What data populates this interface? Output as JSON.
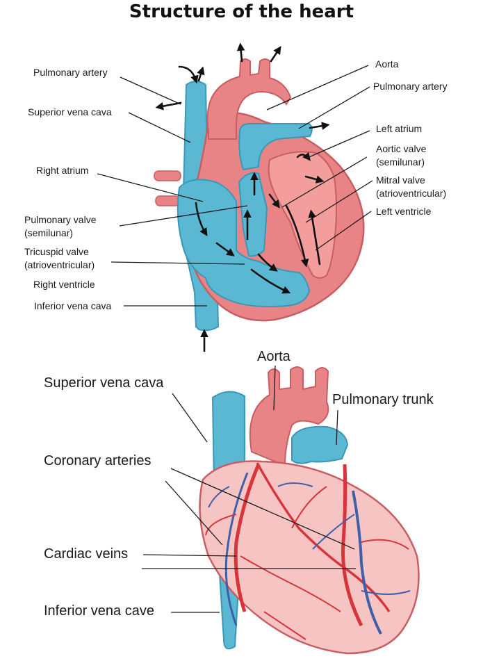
{
  "title": "Structure of the heart",
  "colors": {
    "blue": "#5bb8d3",
    "blue_dark": "#3a98b6",
    "red": "#e98486",
    "red_dark": "#c65e62",
    "pink": "#f6c5c3",
    "vessel_red": "#d8353b",
    "vessel_blue": "#3f5fa8"
  },
  "diagram1": {
    "labels": {
      "pulmonary_artery_left": "Pulmonary artery",
      "superior_vena_cava": "Superior vena cava",
      "right_atrium": "Right atrium",
      "pulmonary_valve_1": "Pulmonary valve",
      "pulmonary_valve_2": "(semilunar)",
      "tricuspid_valve_1": "Tricuspid valve",
      "tricuspid_valve_2": "(atrioventricular)",
      "right_ventricle": "Right ventricle",
      "inferior_vena_cava": "Inferior vena cava",
      "aorta": "Aorta",
      "pulmonary_artery_right": "Pulmonary artery",
      "left_atrium": "Left atrium",
      "aortic_valve_1": "Aortic valve",
      "aortic_valve_2": "(semilunar)",
      "mitral_valve_1": "Mitral valve",
      "mitral_valve_2": "(atrioventricular)",
      "left_ventricle": "Left ventricle"
    }
  },
  "diagram2": {
    "labels": {
      "aorta": "Aorta",
      "superior_vena_cava": "Superior vena cava",
      "pulmonary_trunk": "Pulmonary trunk",
      "coronary_arteries": "Coronary arteries",
      "cardiac_veins": "Cardiac  veins",
      "inferior_vena_cave": "Inferior vena cave"
    }
  }
}
